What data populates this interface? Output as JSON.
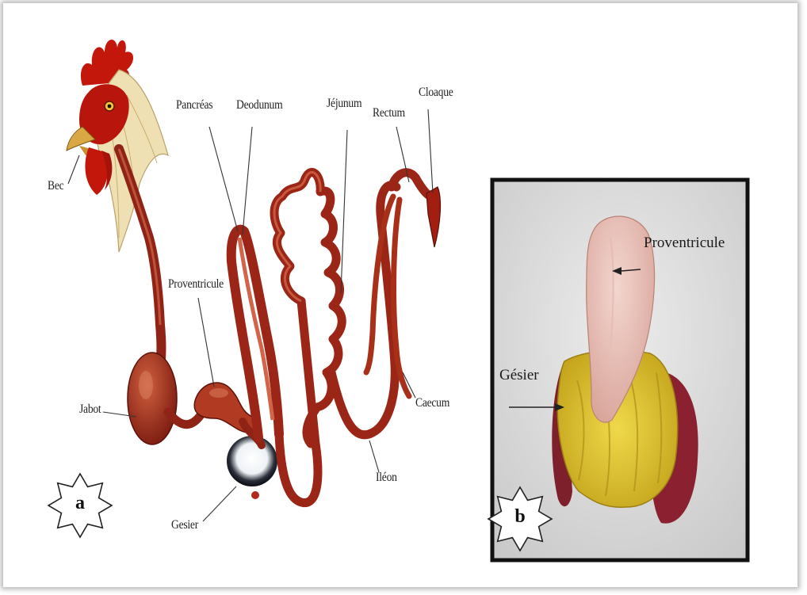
{
  "panel_a": {
    "badge": "a",
    "labels": {
      "bec": "Bec",
      "pancreas": "Pancréas",
      "deodenum": "Deodunum",
      "jejunum": "Jéjunum",
      "rectum": "Rectum",
      "cloaque": "Cloaque",
      "proventricule": "Proventricule",
      "jabot": "Jabot",
      "caecum": "Caecum",
      "ileon": "Iléon",
      "gesier": "Gesier"
    },
    "colors": {
      "organ": "#9b2617",
      "organ_light": "#c95a3f",
      "comb": "#c4170c"
    }
  },
  "panel_b": {
    "badge": "b",
    "labels": {
      "proventricule": "Proventricule",
      "gesier": "Gésier"
    },
    "colors": {
      "border": "#111111",
      "background": "#dcdcdc",
      "gizzard": "#d9c12a",
      "muscle": "#8a2030"
    }
  }
}
